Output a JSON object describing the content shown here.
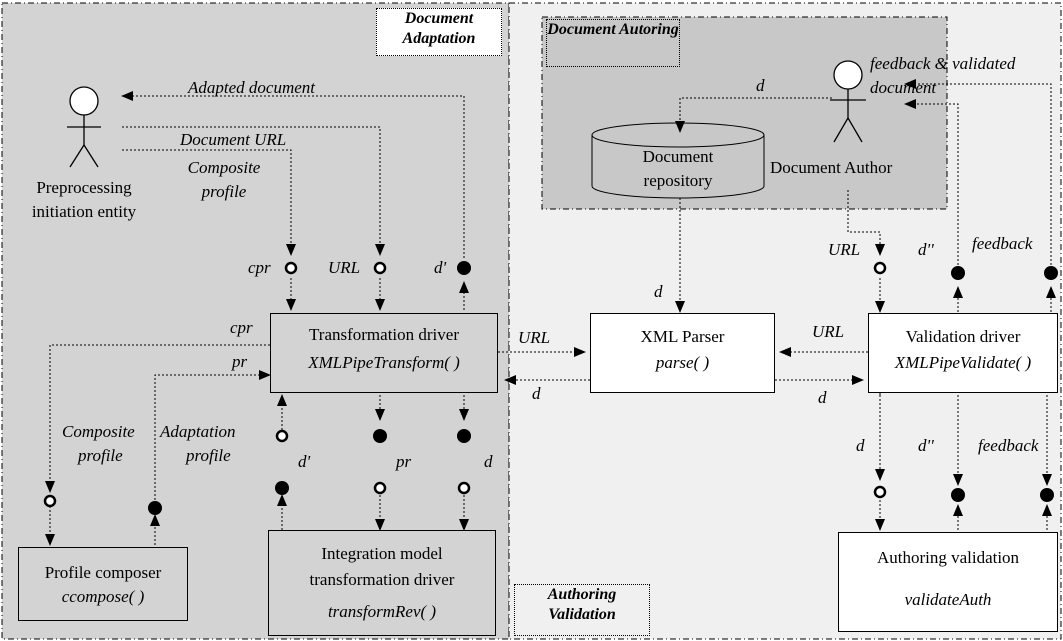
{
  "regions": {
    "adaptation": "Document Adaptation",
    "autoring": "Document Autoring",
    "validation": "Authoring Validation"
  },
  "actors": {
    "preprocessing": "Preprocessing initiation entity",
    "author": "Document Author"
  },
  "repository": "Document repository",
  "boxes": {
    "transformation_driver": {
      "name": "Transformation driver",
      "func": "XMLPipeTransform( )"
    },
    "xml_parser": {
      "name": "XML Parser",
      "func": "parse( )"
    },
    "validation_driver": {
      "name": "Validation driver",
      "func": "XMLPipeValidate( )"
    },
    "profile_composer": {
      "name": "Profile composer",
      "func": "ccompose( )"
    },
    "integration_driver": {
      "name": "Integration model transformation driver",
      "func": "transformRev( )"
    },
    "authoring_validation": {
      "name": "Authoring validation",
      "func": "validateAuth"
    }
  },
  "labels": {
    "adapted_document": "Adapted document",
    "document_url": "Document URL",
    "composite_profile": "Composite profile",
    "cpr": "cpr",
    "url": "URL",
    "d_prime": "d'",
    "d": "d",
    "d_double": "d''",
    "feedback": "feedback",
    "feedback_validated": "feedback & validated document",
    "pr": "pr",
    "composite": "Composite",
    "profile": "profile",
    "adaptation": "Adaptation",
    "url_caps": "URL"
  }
}
